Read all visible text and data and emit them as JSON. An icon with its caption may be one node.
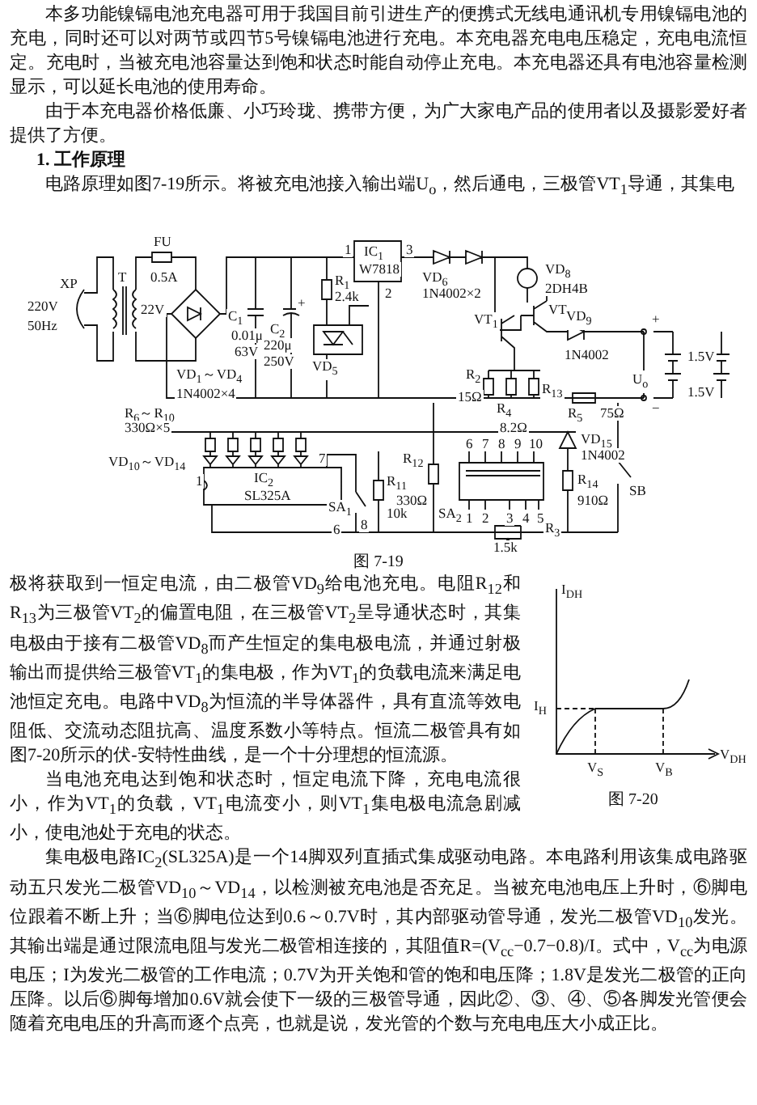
{
  "diagram": {
    "labels": [
      "本多功能镍镉电池充电器可用于我国目前引进生产的便携式无线电通讯机专用镍镉电池的充电，同时还可以对两节或四节5号镍镉电池进行充电。本充电器充电电压稳定，充电电流恒定。充电时，当被充电池容量达到饱和状态时能自动停止充电。本充电器还具有电池容量检测显示，可以延长电池的使用寿命。",
      "由于本充电器价格低廉、小巧玲珑、携带方便，为广大家电产品的使用者以及摄影爱好者提供了方便。",
      "1. 工作原理",
      "电路原理如图7-19所示。将被充电池接入输出端U$_{o}$，然后通电，三极管VT$_{1}$导通，其集电",
      "XP",
      "220V",
      "50Hz",
      "T",
      "FU",
      "0.5A",
      "22V",
      "C$_{1}$",
      "0.01μ",
      "63V",
      "+",
      "C$_{2}$",
      "220μ",
      "250V",
      "VD$_{1}$～VD$_{4}$",
      "1N4002×4",
      "R$_{1}$",
      "2.4k",
      "VD$_{5}$",
      "1",
      "IC$_{1}$",
      "W7818",
      "3",
      "2",
      "VD$_{6}$",
      "1N4002×2",
      "VD$_{8}$",
      "2DH4B",
      "VT$_{1}$",
      "VT$_{2}$",
      "VD$_{9}$",
      "1N4002",
      "+",
      "U$_{o}$",
      "1.5V",
      "1.5V",
      "R$_{2}$",
      "15Ω",
      "R$_{4}$",
      "8.2Ω",
      "R$_{13}$",
      "R$_{5}$",
      "75Ω",
      "−",
      "R$_{6}$～R$_{10}$",
      "330Ω×5",
      "VD$_{10}$～VD$_{14}$",
      "1",
      "IC$_{2}$",
      "SL325A",
      "7",
      "SA$_{1}$",
      "6",
      "8",
      "R$_{11}$",
      "10k",
      "R$_{12}$",
      "330Ω",
      "SA$_{2}$",
      "6",
      "7",
      "8",
      "9",
      "10",
      "1",
      "2",
      "3",
      "4",
      "5",
      "VD$_{15}$",
      "1N4002",
      "R$_{14}$",
      "910Ω",
      "SB",
      "R$_{3}$",
      "1.5k",
      "图 7-19",
      "极将获取到一恒定电流，由二极管VD$_{9}$给电池充电。电阻R$_{12}$和R$_{13}$为三极管VT$_{2}$的偏置电阻，在三极管VT$_{2}$呈导通状态时，其集电极由于接有二极管VD$_{8}$而产生恒定的集电极电流，并通过射极输出而提供给三极管VT$_{1}$的集电极，作为VT$_{1}$的负载电流来满足电池恒定充电。电路中VD$_{8}$为恒流的半导体器件，具有直流等效电阻低、交流动态阻抗高、温度系数小等特点。恒流二极管具有如图7-20所示的伏-安特性曲线，是一个十分理想的恒流源。",
      "I$_{DH}$",
      "I$_{H}$",
      "V$_{S}$",
      "V$_{B}$",
      "V$_{DH}$",
      "图 7-20",
      "当电池充电达到饱和状态时，恒定电流下降，充电电流很小，作为VT$_{1}$的负载，VT$_{1}$电流变小，则VT$_{1}$集电极电流急剧减小，使电池处于充电的状态。",
      "集电极电路IC$_{2}$(SL325A)是一个14脚双列直插式集成驱动电路。本电路利用该集成电路驱动五只发光二极管VD$_{10}$～VD$_{14}$，以检测被充电池是否充足。当被充电池电压上升时，⑥脚电位跟着不断上升；当⑥脚电位达到0.6～0.7V时，其内部驱动管导通，发光二极管VD$_{10}$发光。其输出端是通过限流电阻与发光二极管相连接的，其阻值R=(V$_{cc}$−0.7−0.8)/I。式中，V$_{cc}$为电源电压；I为发光二极管的工作电流；0.7V为开关饱和管的饱和电压降；1.8V是发光二极管的正向压降。以后⑥脚每增加0.6V就会使下一级的三极管导通，因此②、③、④、⑤各脚发光管便会随着充电电压的升高而逐个点亮，也就是说，发光管的个数与充电电压大小成正比。"
    ]
  }
}
